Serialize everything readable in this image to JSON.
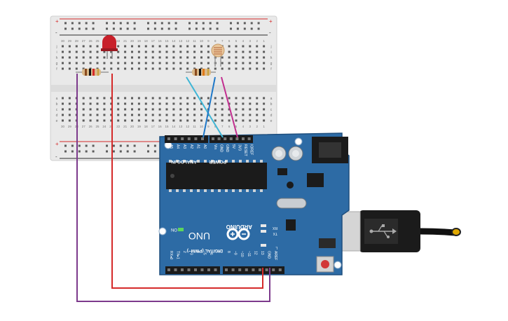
{
  "breadboard": {
    "rail_plus": "+",
    "rail_minus": "-",
    "row_letters_top": [
      "j",
      "i",
      "h",
      "g",
      "f",
      "a",
      "b",
      "c",
      "d",
      "e"
    ],
    "column_numbers": [
      "30",
      "29",
      "28",
      "27",
      "26",
      "25",
      "24",
      "23",
      "22",
      "21",
      "20",
      "19",
      "18",
      "17",
      "16",
      "15",
      "14",
      "13",
      "12",
      "11",
      "10",
      "9",
      "8",
      "7",
      "6",
      "5",
      "4",
      "3",
      "2",
      "1"
    ]
  },
  "arduino": {
    "brand_text": "ARDUINO",
    "model_text": "UNO",
    "on_label": "ON",
    "header_power_label": "POWER",
    "header_analog_label": "ANALOG IN",
    "header_digital_label": "DIGITAL (PWM~)",
    "power_pins": [
      "IOREF",
      "RESET",
      "3V3",
      "5V",
      "GND",
      "GND",
      "Vin"
    ],
    "analog_pins": [
      "A0",
      "A1",
      "A2",
      "A3",
      "A4",
      "A5"
    ],
    "digital_pins_right": [
      "AREF",
      "GND",
      "13",
      "12",
      "~11",
      "~10",
      "~9",
      "8"
    ],
    "digital_pins_left": [
      "7",
      "~6",
      "~5",
      "4",
      "~3",
      "2",
      "TX▸1",
      "RX◂0"
    ],
    "led_labels": [
      "L",
      "TX",
      "RX"
    ]
  },
  "colors": {
    "board_blue": "#2d6ba5",
    "breadboard": "#e8e8e8",
    "wire_red": "#d52a2a",
    "wire_purple": "#7d3a8c",
    "wire_cyan": "#3fb6d6",
    "wire_blue": "#1f78c8",
    "wire_magenta": "#c22e8f"
  }
}
